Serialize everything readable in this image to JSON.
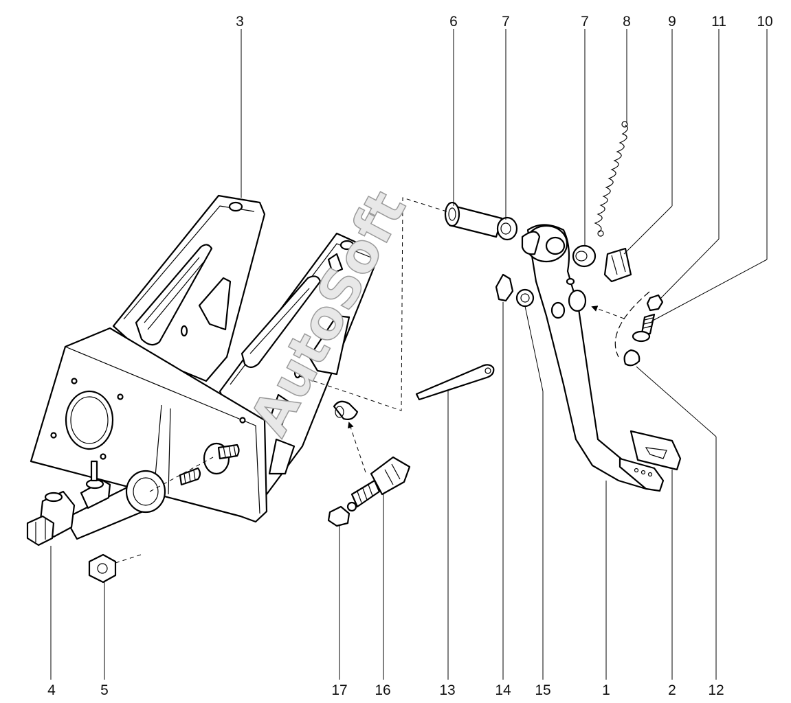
{
  "watermark": "AutoSoft",
  "callouts": {
    "c1": "1",
    "c2": "2",
    "c3": "3",
    "c4": "4",
    "c5": "5",
    "c6": "6",
    "c7a": "7",
    "c7b": "7",
    "c8": "8",
    "c9": "9",
    "c10": "10",
    "c11": "11",
    "c12": "12",
    "c13": "13",
    "c14": "14",
    "c15": "15",
    "c16": "16",
    "c17": "17"
  }
}
